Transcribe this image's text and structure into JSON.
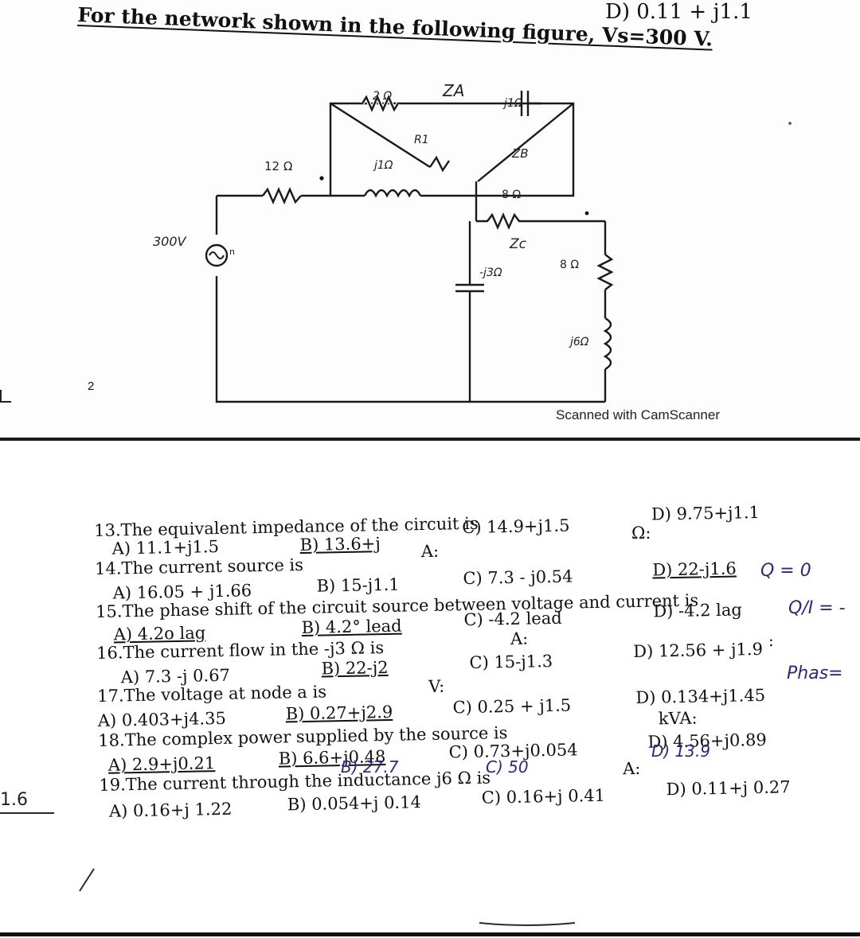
{
  "header": {
    "top_choice": "D) 0.11 + j1.1",
    "title": "For the network shown in the following figure, Vs=300 V."
  },
  "circuit": {
    "labels": {
      "r_12": "12 Ω",
      "r_2": "2 Ω",
      "za": "ZA",
      "cap_j1": "-j1Ω",
      "r1": "R1",
      "ind_j1": "j1Ω",
      "zb": "ZB",
      "r_8a": "8 Ω",
      "zc": "Zc",
      "cap_j3": "-j3Ω",
      "r_8b": "8 Ω",
      "ind_j6": "j6Ω",
      "source": "300V",
      "node_n": "n"
    },
    "page_number": "2",
    "scanner_note": "Scanned with CamScanner"
  },
  "questions": {
    "omega_label": "Ω:",
    "q13": {
      "text": "13.The equivalent impedance of the circuit is",
      "a": "A) 11.1+j1.5",
      "b": "B) 13.6+j",
      "c": "C) 14.9+j1.5",
      "d": "D) 9.75+j1.1"
    },
    "q14": {
      "text": "14.The current source is",
      "unit": "A:",
      "a": "A) 16.05 + j1.66",
      "b": "B) 15-j1.1",
      "c": "C) 7.3 - j0.54",
      "d": "D) 22-j1.6"
    },
    "q15": {
      "text": "15.The phase shift of the circuit source between voltage and current is",
      "colon": ":",
      "a": "A) 4.2o lag",
      "b": "B) 4.2° lead",
      "c": "C) -4.2 lead",
      "d": "D) -4.2 lag"
    },
    "q16": {
      "text": "16.The current flow in the -j3 Ω is",
      "unit": "A:",
      "a": "A) 7.3 -j 0.67",
      "b": "B) 22-j2",
      "c": "C) 15-j1.3",
      "d": "D) 12.56 + j1.9"
    },
    "q17": {
      "text": "17.The voltage at node a is",
      "unit": "V:",
      "a": "A) 0.403+j4.35",
      "b": "B) 0.27+j2.9",
      "c": "C) 0.25 + j1.5",
      "d": "D) 0.134+j1.45"
    },
    "q18": {
      "text": "18.The complex power supplied by the source is",
      "unit": "kVA:",
      "a": "A) 2.9+j0.21",
      "b": "B) 6.6+j0.48",
      "c": "C) 0.73+j0.054",
      "d": "D) 4.56+j0.89"
    },
    "q19": {
      "text": "19.The current through the inductance j6 Ω is",
      "unit": "A:",
      "a": "A) 0.16+j 1.22",
      "b": "B) 0.054+j 0.14",
      "c": "C) 0.16+j 0.41",
      "d": "D) 0.11+j 0.27"
    }
  },
  "handwritten": {
    "q_eq": "Q = 0",
    "q_over_i": "Q/I = -",
    "phase": "Phas=",
    "q17_b": "B) 27.7",
    "q17_c": "C) 50",
    "q16_d": "D) 13.9",
    "side_mark": "1.6"
  }
}
